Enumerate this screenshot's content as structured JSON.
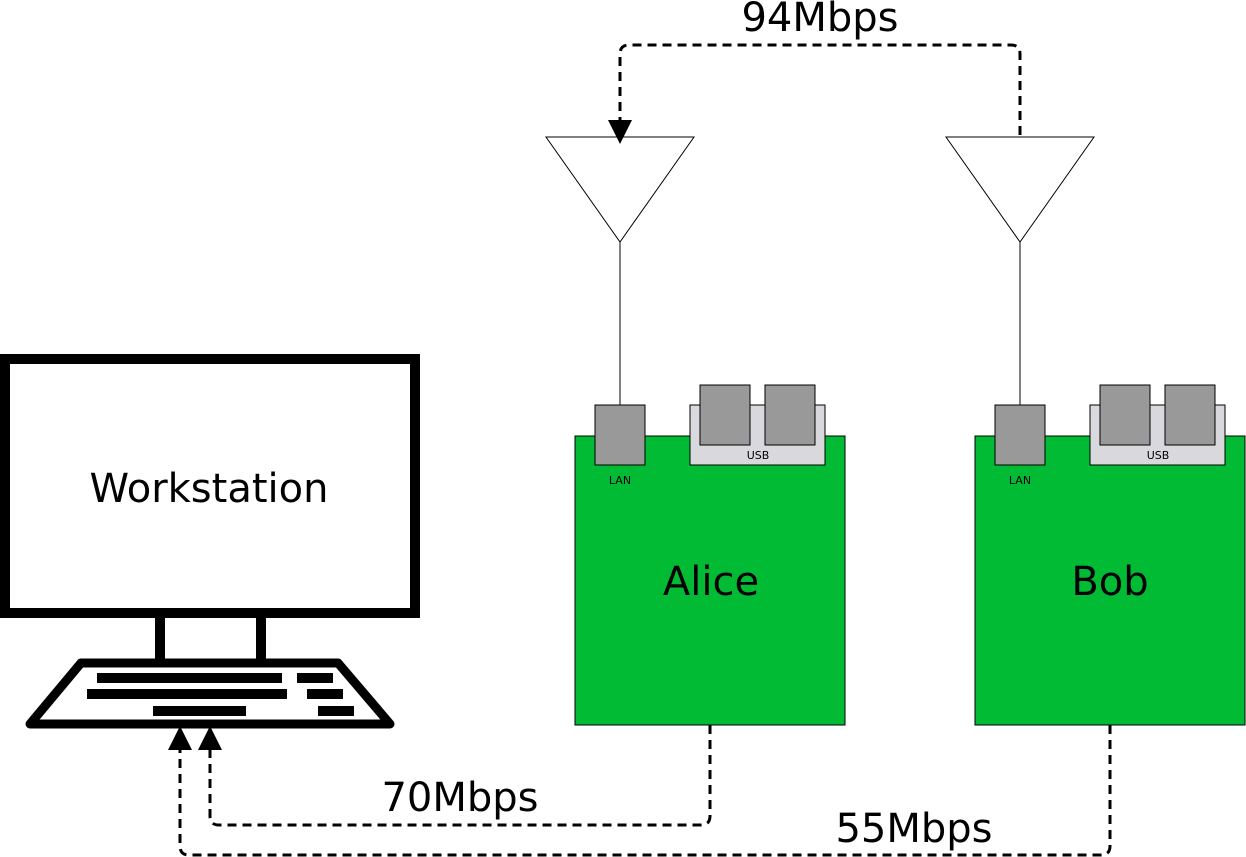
{
  "workstation": {
    "label": "Workstation"
  },
  "nodes": [
    {
      "id": "alice",
      "label": "Alice",
      "lan_label": "LAN",
      "usb_label": "USB"
    },
    {
      "id": "bob",
      "label": "Bob",
      "lan_label": "LAN",
      "usb_label": "USB"
    }
  ],
  "links": {
    "alice_bob": "94Mbps",
    "alice_workstation": "70Mbps",
    "bob_workstation": "55Mbps"
  },
  "colors": {
    "board": "#00bb33",
    "port": "#999999",
    "usb_housing": "#d9d9dd",
    "line": "#000000"
  }
}
